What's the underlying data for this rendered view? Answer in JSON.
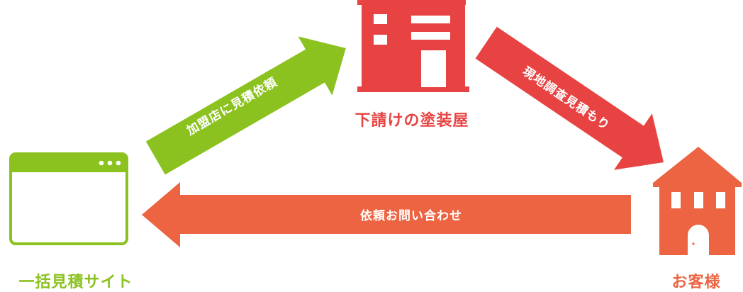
{
  "nodes": {
    "site": {
      "label": "一括見積サイト",
      "color": "#8bc21f"
    },
    "painter": {
      "label": "下請けの塗装屋",
      "color": "#e84343"
    },
    "customer": {
      "label": "お客様",
      "color": "#ec6441"
    }
  },
  "arrows": {
    "site_to_painter": {
      "label": "加盟店に見積依頼",
      "color": "#8bc21f"
    },
    "painter_to_customer": {
      "label": "現地調査見積もり",
      "color": "#e84343"
    },
    "customer_to_site": {
      "label": "依頼お問い合わせ",
      "color": "#ec6441"
    }
  }
}
